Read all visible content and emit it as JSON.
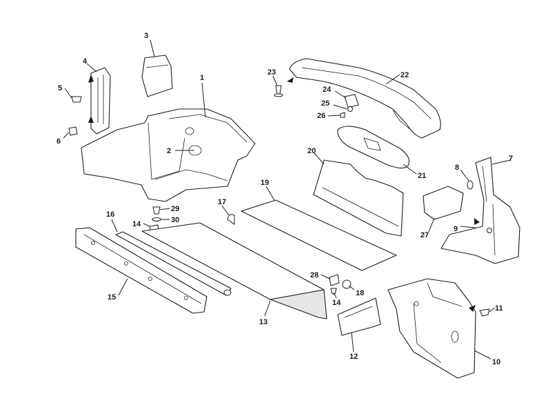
{
  "callouts": [
    {
      "id": "c1",
      "text": "1"
    },
    {
      "id": "c2",
      "text": "2"
    },
    {
      "id": "c3",
      "text": "3"
    },
    {
      "id": "c4",
      "text": "4"
    },
    {
      "id": "c5",
      "text": "5"
    },
    {
      "id": "c6",
      "text": "6"
    },
    {
      "id": "c7",
      "text": "7"
    },
    {
      "id": "c8",
      "text": "8"
    },
    {
      "id": "c9",
      "text": "9"
    },
    {
      "id": "c10",
      "text": "10"
    },
    {
      "id": "c11",
      "text": "11"
    },
    {
      "id": "c12",
      "text": "12"
    },
    {
      "id": "c13",
      "text": "13"
    },
    {
      "id": "c14a",
      "text": "14"
    },
    {
      "id": "c14b",
      "text": "14"
    },
    {
      "id": "c15",
      "text": "15"
    },
    {
      "id": "c16",
      "text": "16"
    },
    {
      "id": "c17",
      "text": "17"
    },
    {
      "id": "c18",
      "text": "18"
    },
    {
      "id": "c19",
      "text": "19"
    },
    {
      "id": "c20",
      "text": "20"
    },
    {
      "id": "c21",
      "text": "21"
    },
    {
      "id": "c22",
      "text": "22"
    },
    {
      "id": "c23",
      "text": "23"
    },
    {
      "id": "c24",
      "text": "24"
    },
    {
      "id": "c25",
      "text": "25"
    },
    {
      "id": "c26",
      "text": "26"
    },
    {
      "id": "c27",
      "text": "27"
    },
    {
      "id": "c28",
      "text": "28"
    },
    {
      "id": "c29",
      "text": "29"
    },
    {
      "id": "c30",
      "text": "30"
    }
  ]
}
